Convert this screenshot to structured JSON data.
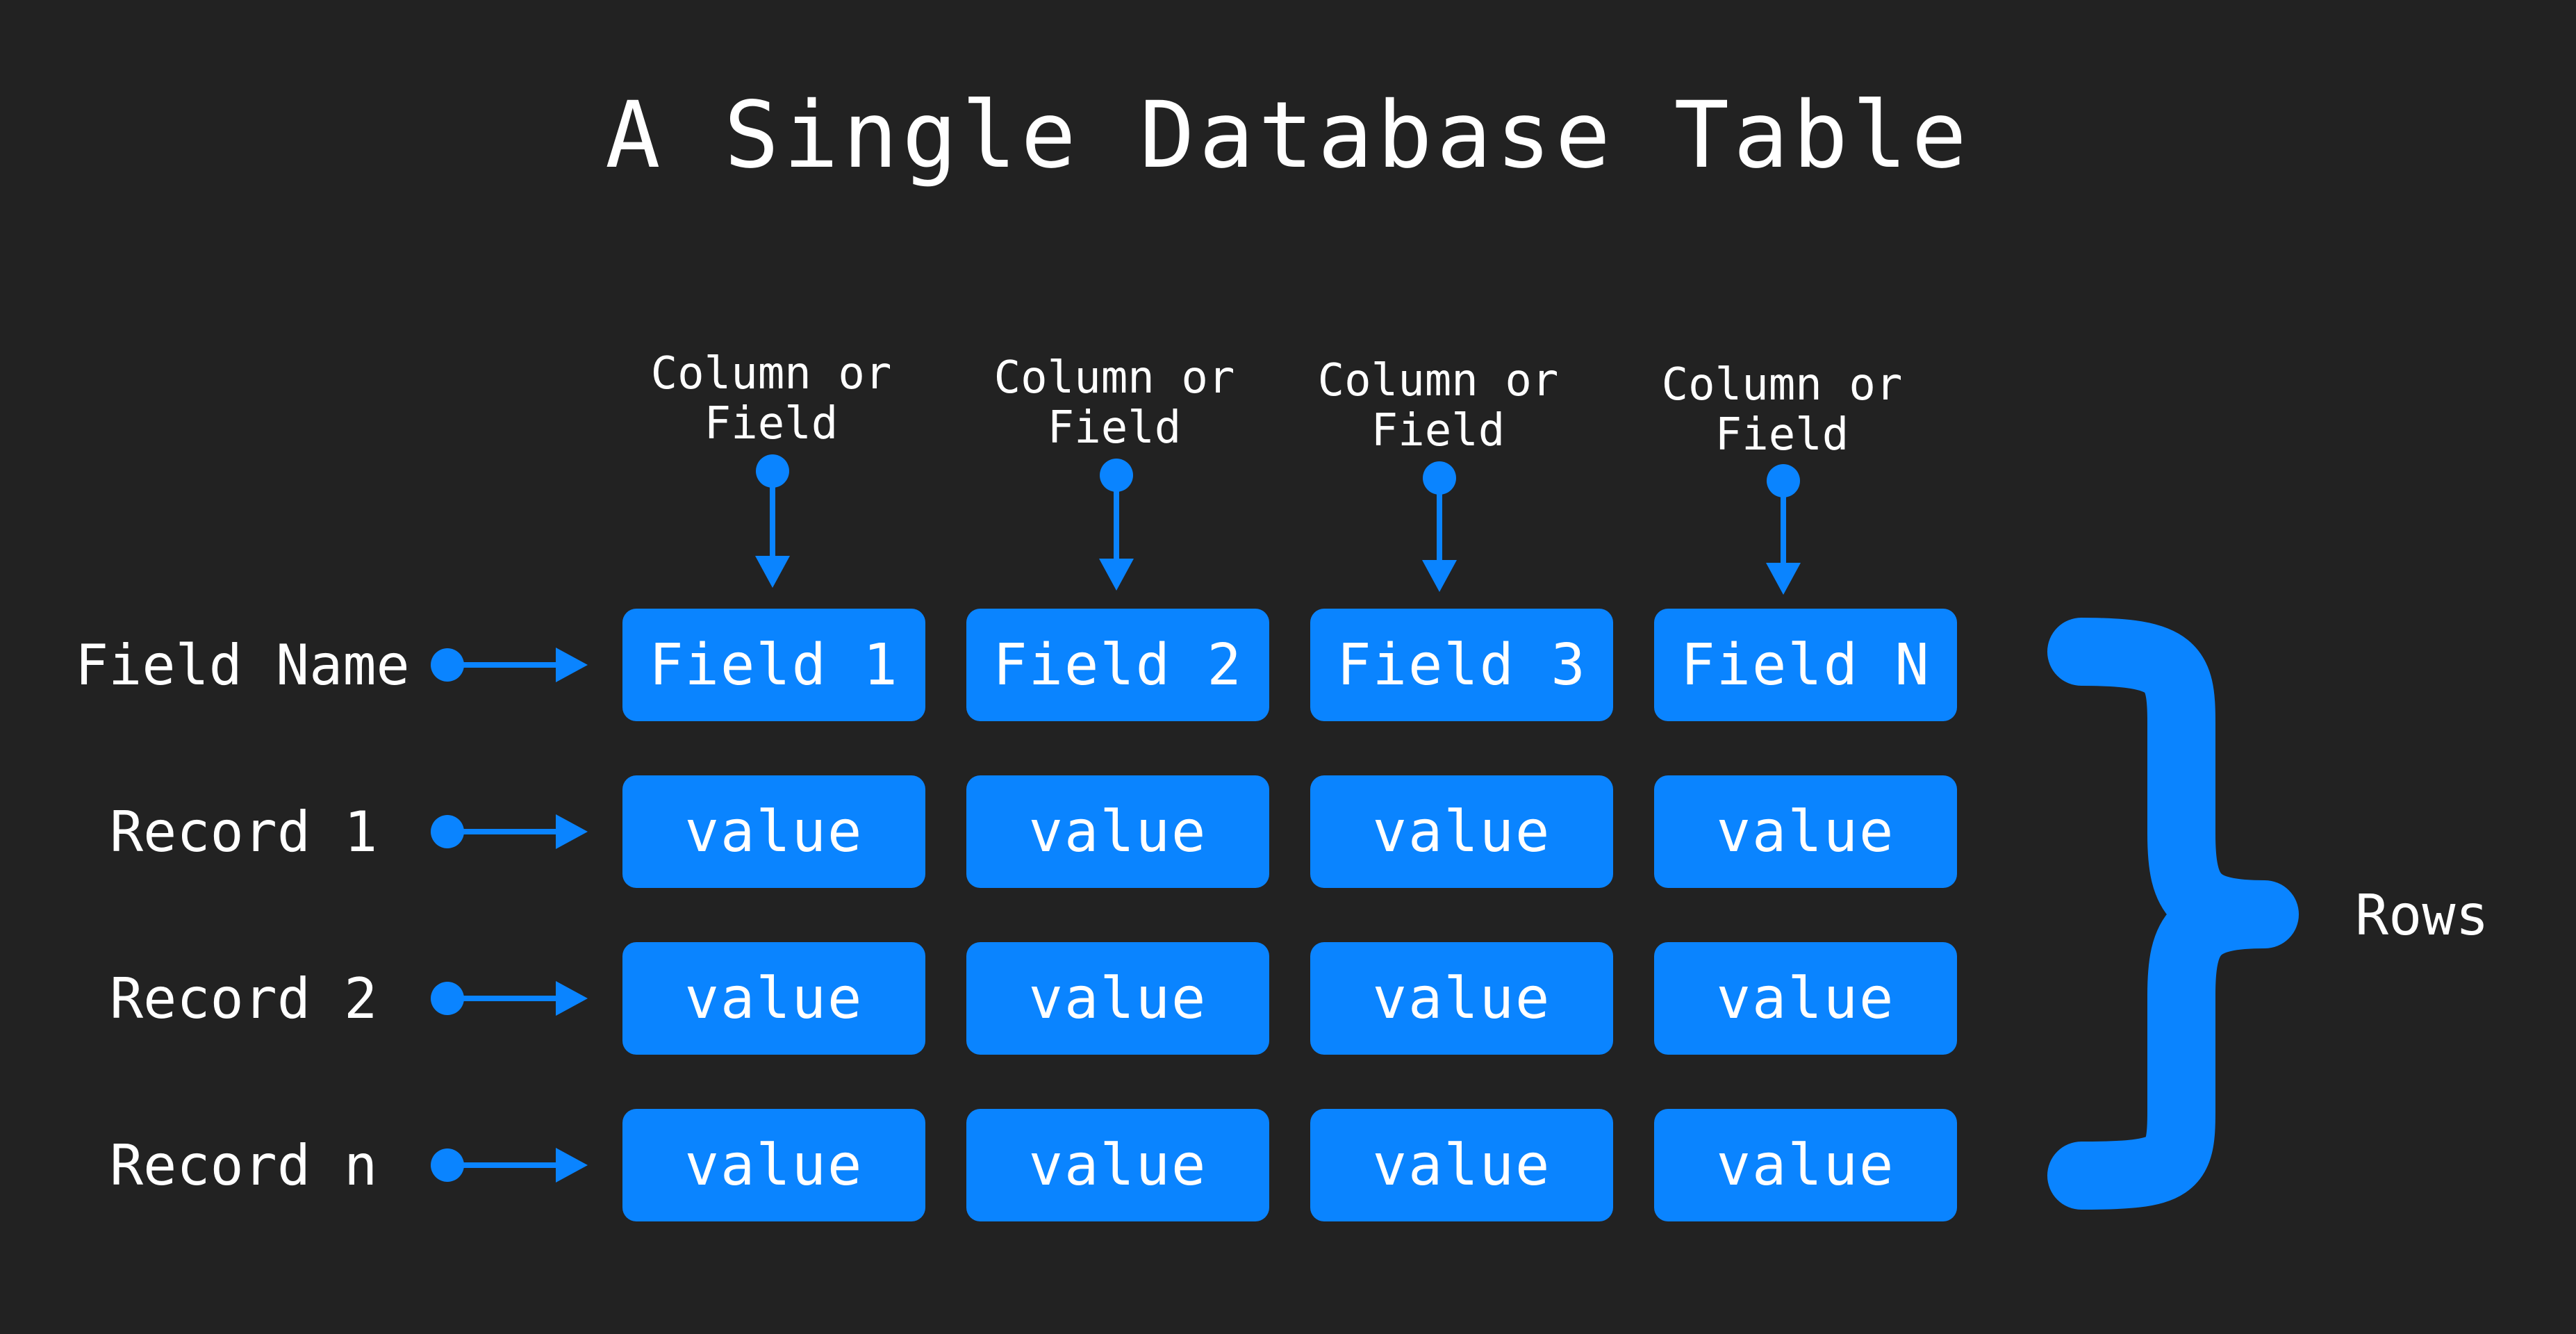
{
  "title": "A Single Database Table",
  "accent_color": "#0a84ff",
  "background_color": "#222222",
  "text_color": "#ffffff",
  "column_labels": [
    "Column or\nField",
    "Column or\nField",
    "Column or\nField",
    "Column or\nField"
  ],
  "row_labels": [
    "Field Name",
    "Record 1",
    "Record 2",
    "Record n"
  ],
  "header_cells": [
    "Field 1",
    "Field 2",
    "Field 3",
    "Field N"
  ],
  "records": [
    [
      "value",
      "value",
      "value",
      "value"
    ],
    [
      "value",
      "value",
      "value",
      "value"
    ],
    [
      "value",
      "value",
      "value",
      "value"
    ]
  ],
  "rows_label": "Rows"
}
